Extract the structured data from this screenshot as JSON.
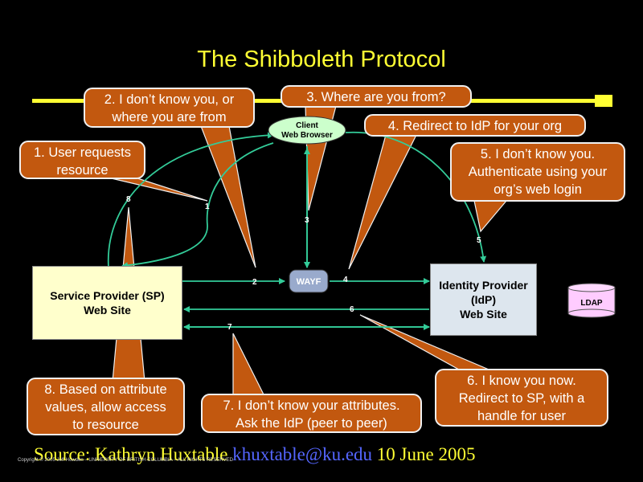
{
  "title": "The Shibboleth Protocol",
  "nodes": {
    "client": [
      "Client",
      "Web Browser"
    ],
    "sp": [
      "Service Provider (SP)",
      "Web Site"
    ],
    "idp": [
      "Identity Provider",
      "(IdP)",
      "Web Site"
    ],
    "wayf": "WAYF",
    "ldap": "LDAP"
  },
  "steps": {
    "s1": [
      "1. User requests",
      "resource"
    ],
    "s2": [
      "2. I don’t know you, or",
      "where you are from"
    ],
    "s3": [
      "3. Where are you from?"
    ],
    "s4": [
      "4. Redirect to IdP for your org"
    ],
    "s5": [
      "5. I don’t know you.",
      "Authenticate using your",
      "org’s web login"
    ],
    "s6": [
      "6. I know you now.",
      "Redirect to SP, with a",
      "handle for user"
    ],
    "s7": [
      "7. I don’t know your attributes.",
      "Ask the IdP (peer to peer)"
    ],
    "s8": [
      "8. Based on attribute",
      "values, allow access",
      "to resource"
    ]
  },
  "arrow_numbers": [
    "1",
    "2",
    "3",
    "4",
    "5",
    "6",
    "7",
    "8"
  ],
  "source": {
    "prefix": "Source: Kathryn Huxtable ",
    "email": "khuxtable@ku.edu",
    "date": " 10 June 2005"
  },
  "copyright": "Copyright © 2005 Jeff Howden – UNIVERSITY OF BRITISH COLUMBIA – ALL RIGHTS RESERVED",
  "colors": {
    "background": "#000000",
    "title": "#ffff33",
    "callout_fill": "#c2580f",
    "arrow": "#33cc99",
    "sp_box": "#ffffcc",
    "idp_box": "#dde6ee",
    "client_oval": "#ccffcc",
    "wayf_node": "#99aacc",
    "ldap_node": "#ffccff",
    "email": "#5566ff"
  }
}
